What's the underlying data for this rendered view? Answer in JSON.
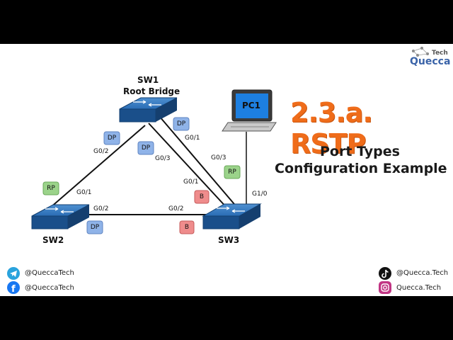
{
  "title": "2.3.a. RSTP",
  "subtitle_line1": "Port Types",
  "subtitle_line2": "Configuration Example",
  "logo": {
    "name": "Quecca",
    "tag": "Tech"
  },
  "switches": {
    "sw1_name": "SW1",
    "sw1_role": "Root Bridge",
    "sw2_name": "SW2",
    "sw3_name": "SW3",
    "pc1_name": "PC1"
  },
  "interfaces": {
    "sw1_g0_2": "G0/2",
    "sw1_g0_3": "G0/3",
    "sw1_g0_1": "G0/1",
    "sw2_g0_1": "G0/1",
    "sw2_g0_2": "G0/2",
    "sw3_g0_2": "G0/2",
    "sw3_g0_1": "G0/1",
    "sw3_g0_3": "G0/3",
    "sw3_g1_0": "G1/0"
  },
  "port_roles": {
    "sw1_g0_2": "DP",
    "sw1_g0_3": "DP",
    "sw1_g0_1": "DP",
    "sw2_g0_1": "RP",
    "sw2_g0_2": "DP",
    "sw3_g0_1": "B",
    "sw3_g0_2": "B",
    "sw3_g0_3": "RP"
  },
  "colors": {
    "title": "#ef6c1a",
    "dp": "#8fb3e8",
    "rp": "#9bd38a",
    "b": "#ef8c8c",
    "switch": "#1e5fa3"
  },
  "socials": {
    "telegram": "@QueccaTech",
    "facebook": "@QueccaTech",
    "tiktok": "@Quecca.Tech",
    "instagram": "Quecca.Tech"
  }
}
